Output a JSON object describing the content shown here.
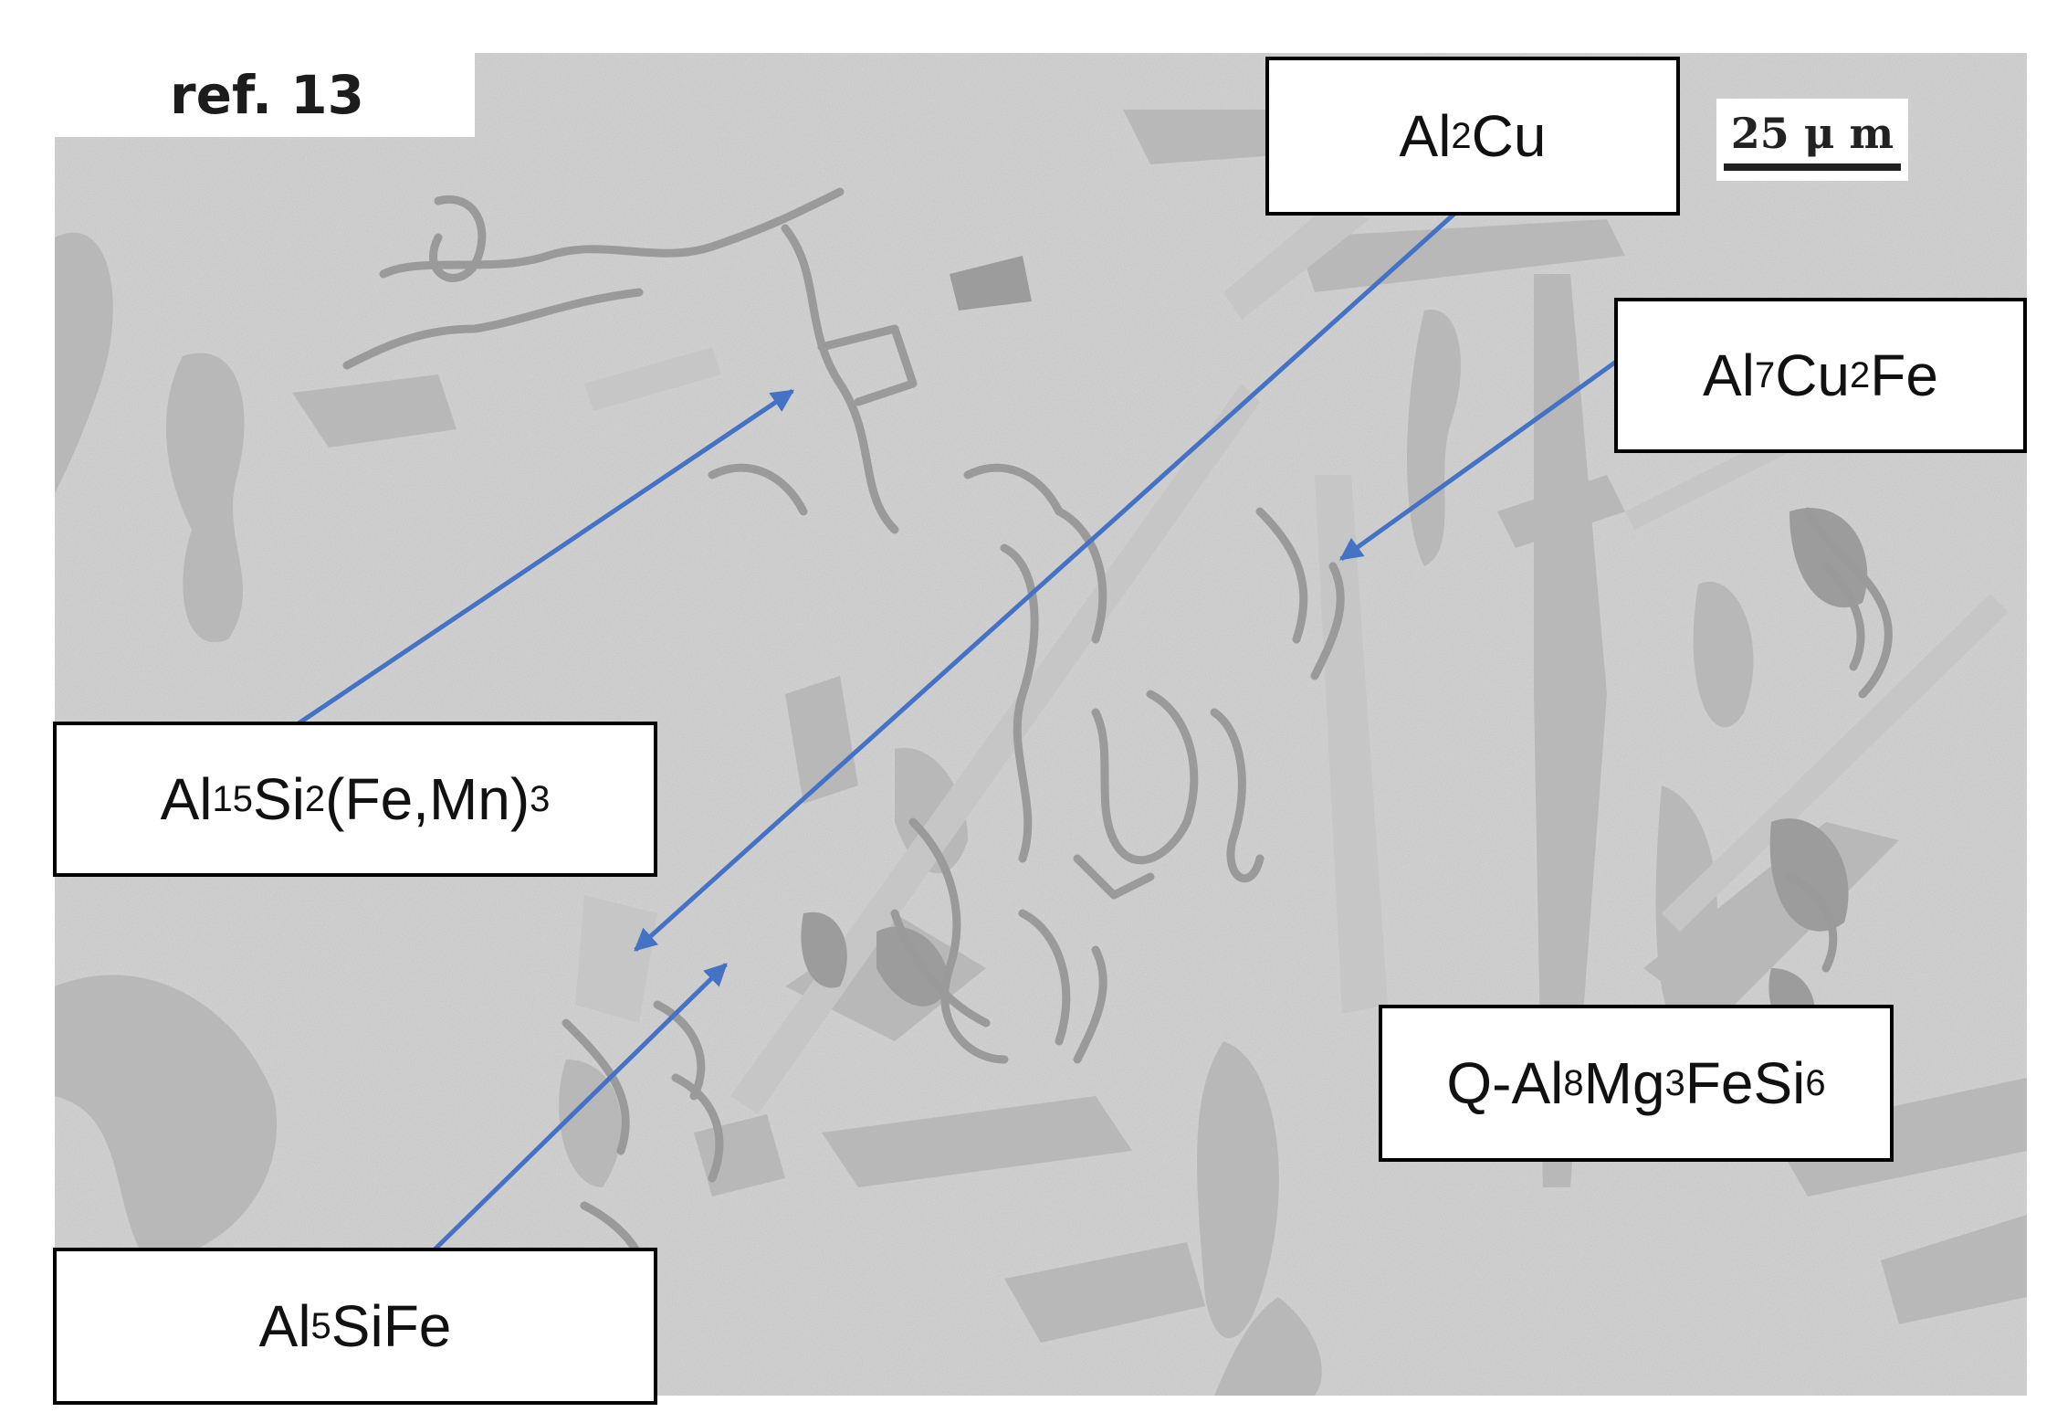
{
  "figure": {
    "ref_label": "ref. 13",
    "scale_bar": "25 μ m",
    "arrow_color": "#4472C4",
    "background_color": "#d7d7d7",
    "phase_labels": [
      {
        "id": "al2cu",
        "parts": [
          {
            "t": "Al"
          },
          {
            "t": "2",
            "sub": true
          },
          {
            "t": "Cu"
          }
        ]
      },
      {
        "id": "al7cu2fe",
        "parts": [
          {
            "t": "Al"
          },
          {
            "t": "7",
            "sub": true
          },
          {
            "t": "Cu"
          },
          {
            "t": "2",
            "sub": true
          },
          {
            "t": "Fe"
          }
        ]
      },
      {
        "id": "al15si2femn3",
        "parts": [
          {
            "t": "Al"
          },
          {
            "t": "15",
            "sub": true
          },
          {
            "t": "Si"
          },
          {
            "t": "2",
            "sub": true
          },
          {
            "t": "(Fe,Mn)"
          },
          {
            "t": "3",
            "sub": true
          }
        ]
      },
      {
        "id": "q-al8mg3fesi6",
        "parts": [
          {
            "t": "Q-Al"
          },
          {
            "t": "8",
            "sub": true
          },
          {
            "t": "Mg"
          },
          {
            "t": "3",
            "sub": true
          },
          {
            "t": "FeSi"
          },
          {
            "t": "6",
            "sub": true
          }
        ]
      },
      {
        "id": "al5sife",
        "parts": [
          {
            "t": "Al"
          },
          {
            "t": "5",
            "sub": true
          },
          {
            "t": "SiFe"
          }
        ]
      }
    ]
  }
}
